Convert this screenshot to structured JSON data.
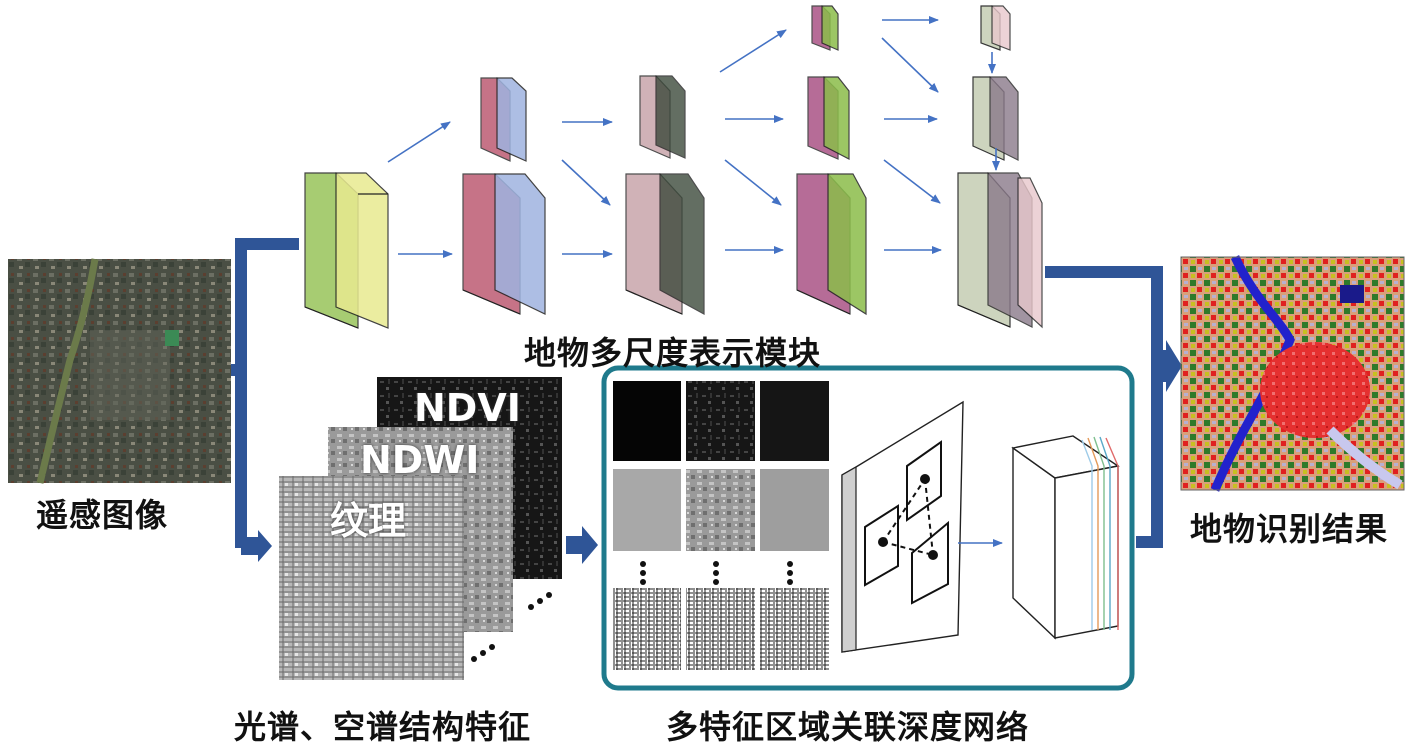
{
  "labels": {
    "input": "遥感图像",
    "multiscale": "地物多尺度表示模块",
    "features": "光谱、空谱结构特征",
    "network": "多特征区域关联深度网络",
    "output": "地物识别结果"
  },
  "feature_layers": {
    "ndvi": "NDVI",
    "ndwi": "NDWI",
    "texture": "纹理",
    "ellipsis": "…"
  },
  "colors": {
    "pipeline_blue": "#2f5597",
    "arrow_blue": "#4472c4",
    "network_frame": "#1f7a8c"
  }
}
